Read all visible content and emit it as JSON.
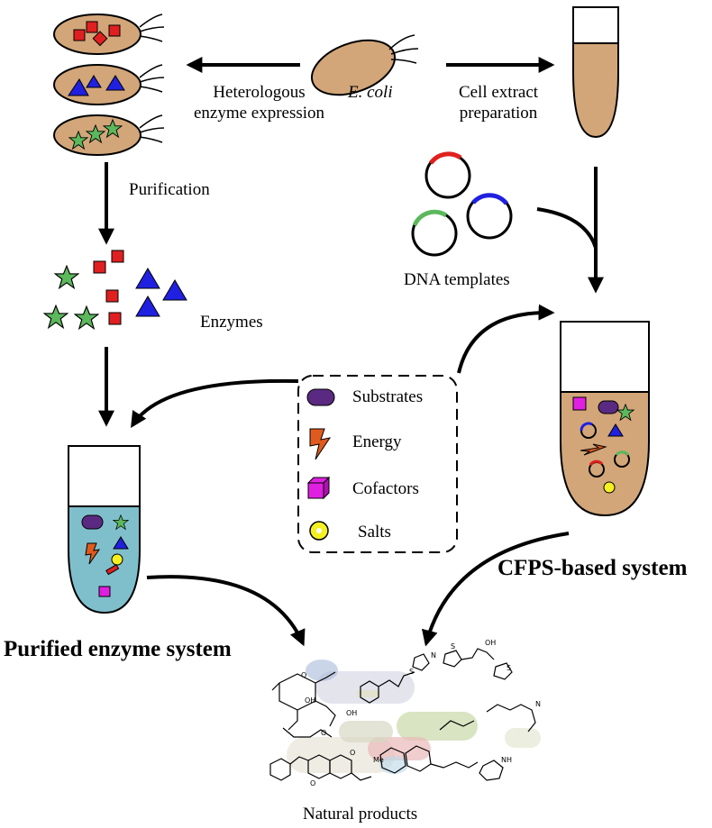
{
  "labels": {
    "ecoli": "E. coli",
    "heterologous_line1": "Heterologous",
    "heterologous_line2": "enzyme expression",
    "cell_extract_line1": "Cell extract",
    "cell_extract_line2": "preparation",
    "purification": "Purification",
    "dna_templates": "DNA templates",
    "enzymes": "Enzymes",
    "cfps_system": "CFPS-based system",
    "purified_system": "Purified enzyme system",
    "natural_products": "Natural products"
  },
  "legend": {
    "items": [
      {
        "label": "Substrates",
        "icon": "substrate-pill-icon"
      },
      {
        "label": "Energy",
        "icon": "energy-bolt-icon"
      },
      {
        "label": "Cofactors",
        "icon": "cofactor-cube-icon"
      },
      {
        "label": "Salts",
        "icon": "salt-circle-icon"
      }
    ]
  },
  "colors": {
    "cell_body": "#d2a679",
    "extract": "#d2a679",
    "purified_liquid": "#7fbfcc",
    "enzyme_square": "#e02020",
    "enzyme_triangle": "#2020e0",
    "enzyme_star": "#5cb85c",
    "substrate": "#5a2a82",
    "energy": "#e05a1e",
    "cofactor": "#e020e0",
    "salt": "#f5f020",
    "plasmid_red": "#e02020",
    "plasmid_blue": "#2020e0",
    "plasmid_green": "#5cb85c"
  }
}
